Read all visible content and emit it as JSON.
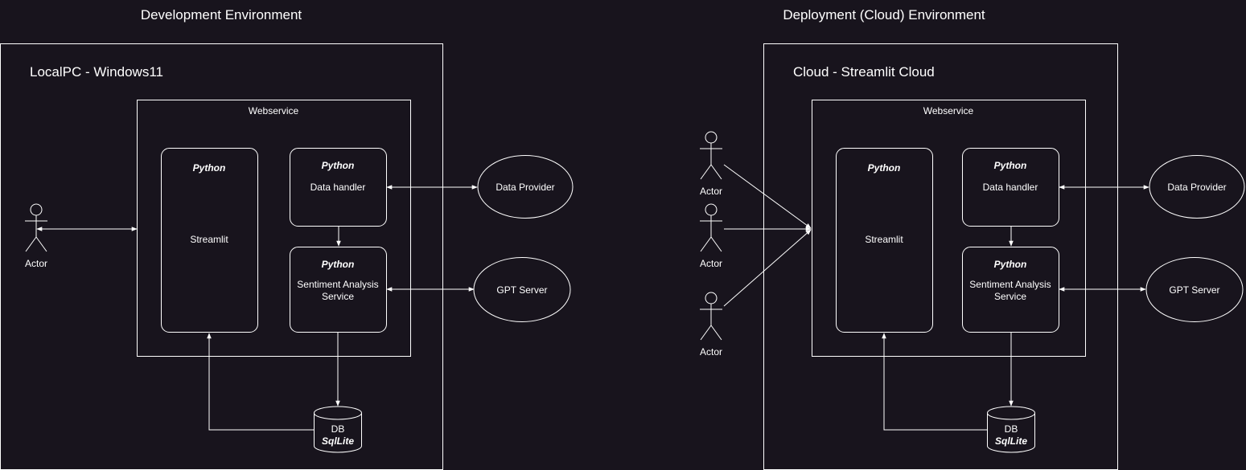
{
  "environments": [
    {
      "title": "Development Environment",
      "host": "LocalPC - Windows11",
      "webservice": "Webservice",
      "streamlit": {
        "lang": "Python",
        "name": "Streamlit"
      },
      "data_handler": {
        "lang": "Python",
        "name": "Data handler"
      },
      "sentiment": {
        "lang": "Python",
        "name_line1": "Sentiment Analysis",
        "name_line2": "Service"
      },
      "db": {
        "name": "DB",
        "engine": "SqlLite"
      },
      "data_provider": "Data Provider",
      "gpt_server": "GPT Server",
      "actors": [
        "Actor"
      ]
    },
    {
      "title": "Deployment (Cloud) Environment",
      "host": "Cloud - Streamlit Cloud",
      "webservice": "Webservice",
      "streamlit": {
        "lang": "Python",
        "name": "Streamlit"
      },
      "data_handler": {
        "lang": "Python",
        "name": "Data handler"
      },
      "sentiment": {
        "lang": "Python",
        "name_line1": "Sentiment Analysis",
        "name_line2": "Service"
      },
      "db": {
        "name": "DB",
        "engine": "SqlLite"
      },
      "data_provider": "Data Provider",
      "gpt_server": "GPT Server",
      "actors": [
        "Actor",
        "Actor",
        "Actor"
      ]
    }
  ],
  "colors": {
    "background": "#18141d",
    "stroke": "#ffffff",
    "text": "#ffffff"
  }
}
